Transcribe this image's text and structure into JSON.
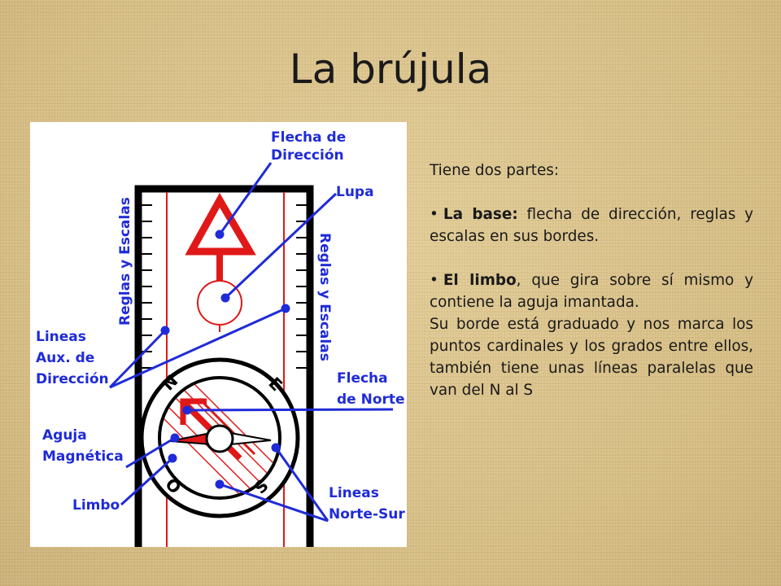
{
  "title": "La brújula",
  "figure": {
    "labels": {
      "flecha_direccion_1": "Flecha de",
      "flecha_direccion_2": "Dirección",
      "lupa": "Lupa",
      "reglas_izq": "Reglas y Escalas",
      "reglas_der": "Reglas y Escalas",
      "lineas_aux_1": "Lineas",
      "lineas_aux_2": "Aux. de",
      "lineas_aux_3": "Dirección",
      "flecha_norte_1": "Flecha",
      "flecha_norte_2": "de Norte",
      "aguja_1": "Aguja",
      "aguja_2": "Magnética",
      "limbo": "Limbo",
      "lineas_ns_1": "Lineas",
      "lineas_ns_2": "Norte-Sur"
    },
    "dial_letters": {
      "n": "N",
      "e": "E",
      "s": "S",
      "o": "O"
    },
    "colors": {
      "label_blue": "#1f2bd8",
      "arrow_red": "#e01818",
      "outline_black": "#000000"
    }
  },
  "text": {
    "intro": "Tiene dos partes:",
    "bullet1_term": "La base:",
    "bullet1_text": " flecha de dirección, reglas y escalas en sus bordes.",
    "bullet2_term": "El limbo",
    "bullet2_text": ", que gira sobre sí mismo y contiene la aguja imantada.",
    "para": "Su borde está graduado y nos marca los puntos cardinales y los grados entre ellos, también tiene unas líneas paralelas que van del N al S"
  }
}
